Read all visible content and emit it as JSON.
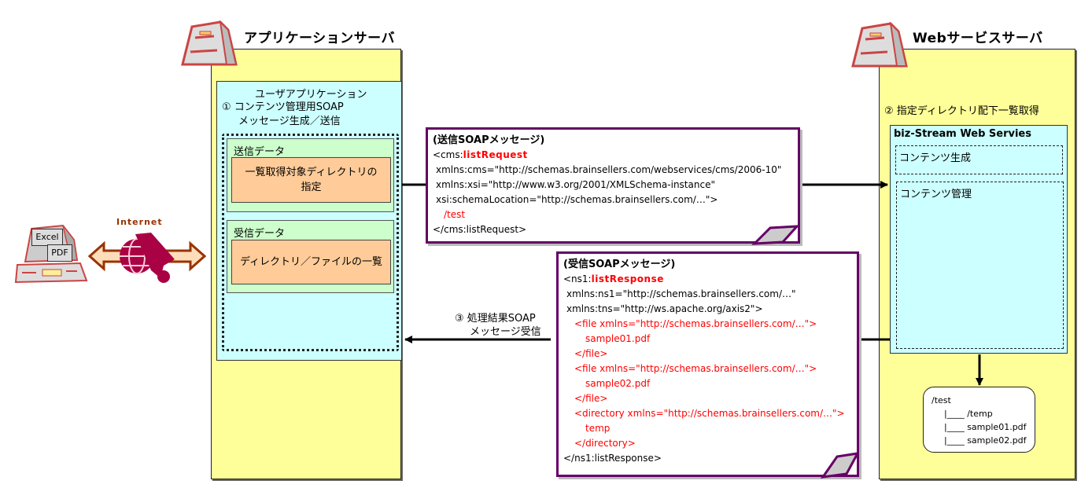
{
  "app_server": {
    "title": "アプリケーションサーバ",
    "user_app": {
      "title": "ユーザアプリケーション",
      "step1_line1": "① コンテンツ管理用SOAP",
      "step1_line2": "メッセージ生成／送信",
      "send_data": {
        "label": "送信データ",
        "content_line1": "一覧取得対象ディレクトリの",
        "content_line2": "指定"
      },
      "recv_data": {
        "label": "受信データ",
        "content": "ディレクトリ／ファイルの一覧"
      }
    }
  },
  "client": {
    "doc_labels": [
      "Excel",
      "PDF"
    ],
    "internet_label": "Internet"
  },
  "web_server": {
    "title": "Webサービスサーバ",
    "step2": "② 指定ディレクトリ配下一覧取得",
    "service": {
      "title": "biz-Stream Web Servies",
      "modules": [
        "コンテンツ生成",
        "コンテンツ管理"
      ]
    },
    "tree": {
      "root": "/test",
      "items": [
        "|____ /temp",
        "|____ sample01.pdf",
        "|____ sample02.pdf"
      ]
    }
  },
  "request_message": {
    "header": "(送信SOAPメッセージ)",
    "open_prefix": "<cms:",
    "open_name": "listRequest",
    "attr1": "xmlns:cms=\"http://schemas.brainsellers.com/webservices/cms/2006-10\"",
    "attr2": "xmlns:xsi=\"http://www.w3.org/2001/XMLSchema-instance\"",
    "attr3": "xsi:schemaLocation=\"http://schemas.brainsellers.com/…\">",
    "value": "/test",
    "close": "</cms:listRequest>"
  },
  "response_message": {
    "header": "(受信SOAPメッセージ)",
    "open_prefix": "<ns1:",
    "open_name": "listResponse",
    "attr1": "xmlns:ns1=\"http://schemas.brainsellers.com/…\"",
    "attr2": "xmlns:tns=\"http://ws.apache.org/axis2\">",
    "file1_open": "<file xmlns=\"http://schemas.brainsellers.com/…\">",
    "file1_value": "sample01.pdf",
    "file1_close": "</file>",
    "file2_open": "<file xmlns=\"http://schemas.brainsellers.com/…\">",
    "file2_value": "sample02.pdf",
    "file2_close": "</file>",
    "dir_open": "<directory xmlns=\"http://schemas.brainsellers.com/…\">",
    "dir_value": "temp",
    "dir_close": "</directory>",
    "close": "</ns1:listResponse>"
  },
  "step3": {
    "line1": "③ 処理結果SOAP",
    "line2": "メッセージ受信"
  },
  "colors": {
    "server_bg": "#ffff99",
    "app_bg": "#ccffff",
    "data_bg": "#ccffcc",
    "item_bg": "#ffcc99",
    "note_border": "#660066",
    "highlight": "#ff0000",
    "icon_red": "#cc4444",
    "internet": "#993366"
  }
}
